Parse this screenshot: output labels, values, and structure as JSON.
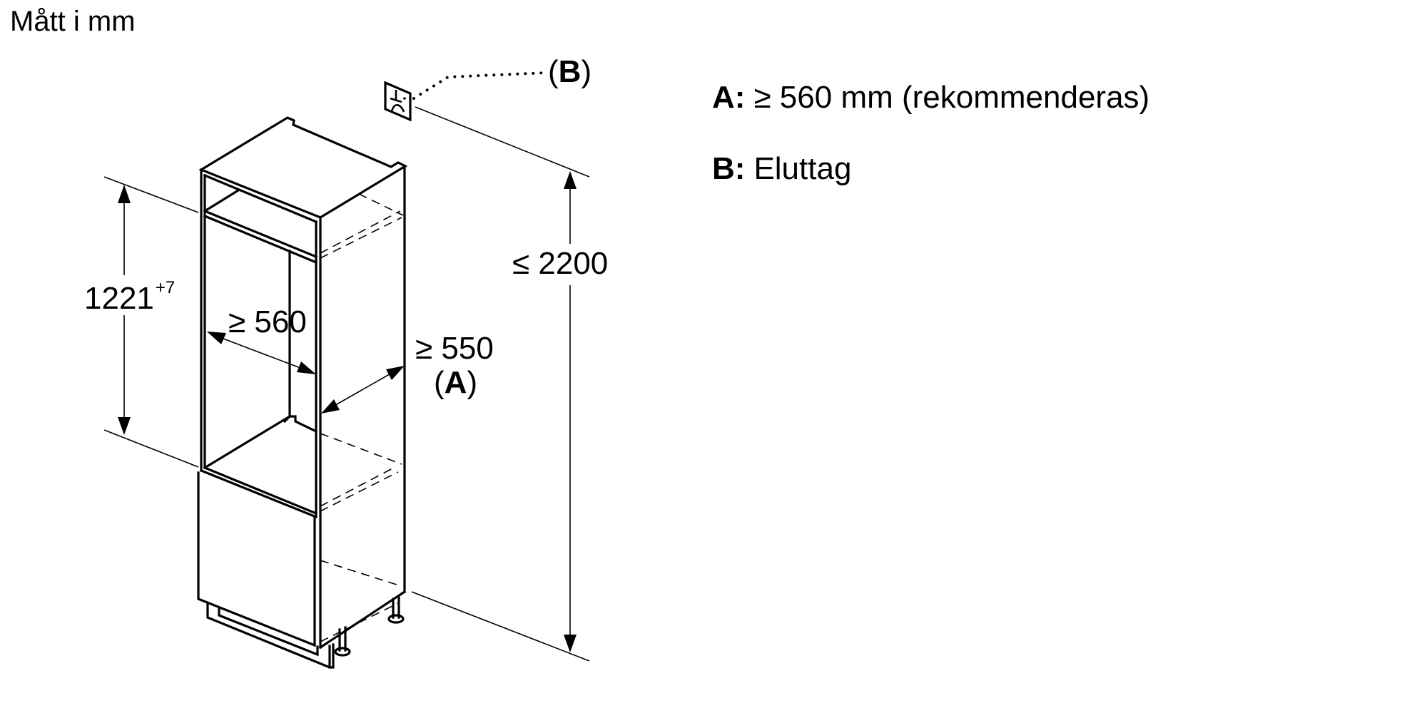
{
  "title": "Mått i mm",
  "legend": [
    {
      "key": "A:",
      "text": "≥ 560 mm (rekommenderas)"
    },
    {
      "key": "B:",
      "text": "Eluttag"
    }
  ],
  "dimensions": {
    "niche_height": {
      "value": "1221",
      "tolerance": "+7"
    },
    "niche_width": "≥ 560",
    "niche_depth": "≥ 550",
    "niche_depth_ref": "A",
    "total_height": "≤ 2200"
  },
  "callouts": {
    "socket_ref": "B"
  },
  "icons": {
    "socket": "power-outlet-icon"
  }
}
